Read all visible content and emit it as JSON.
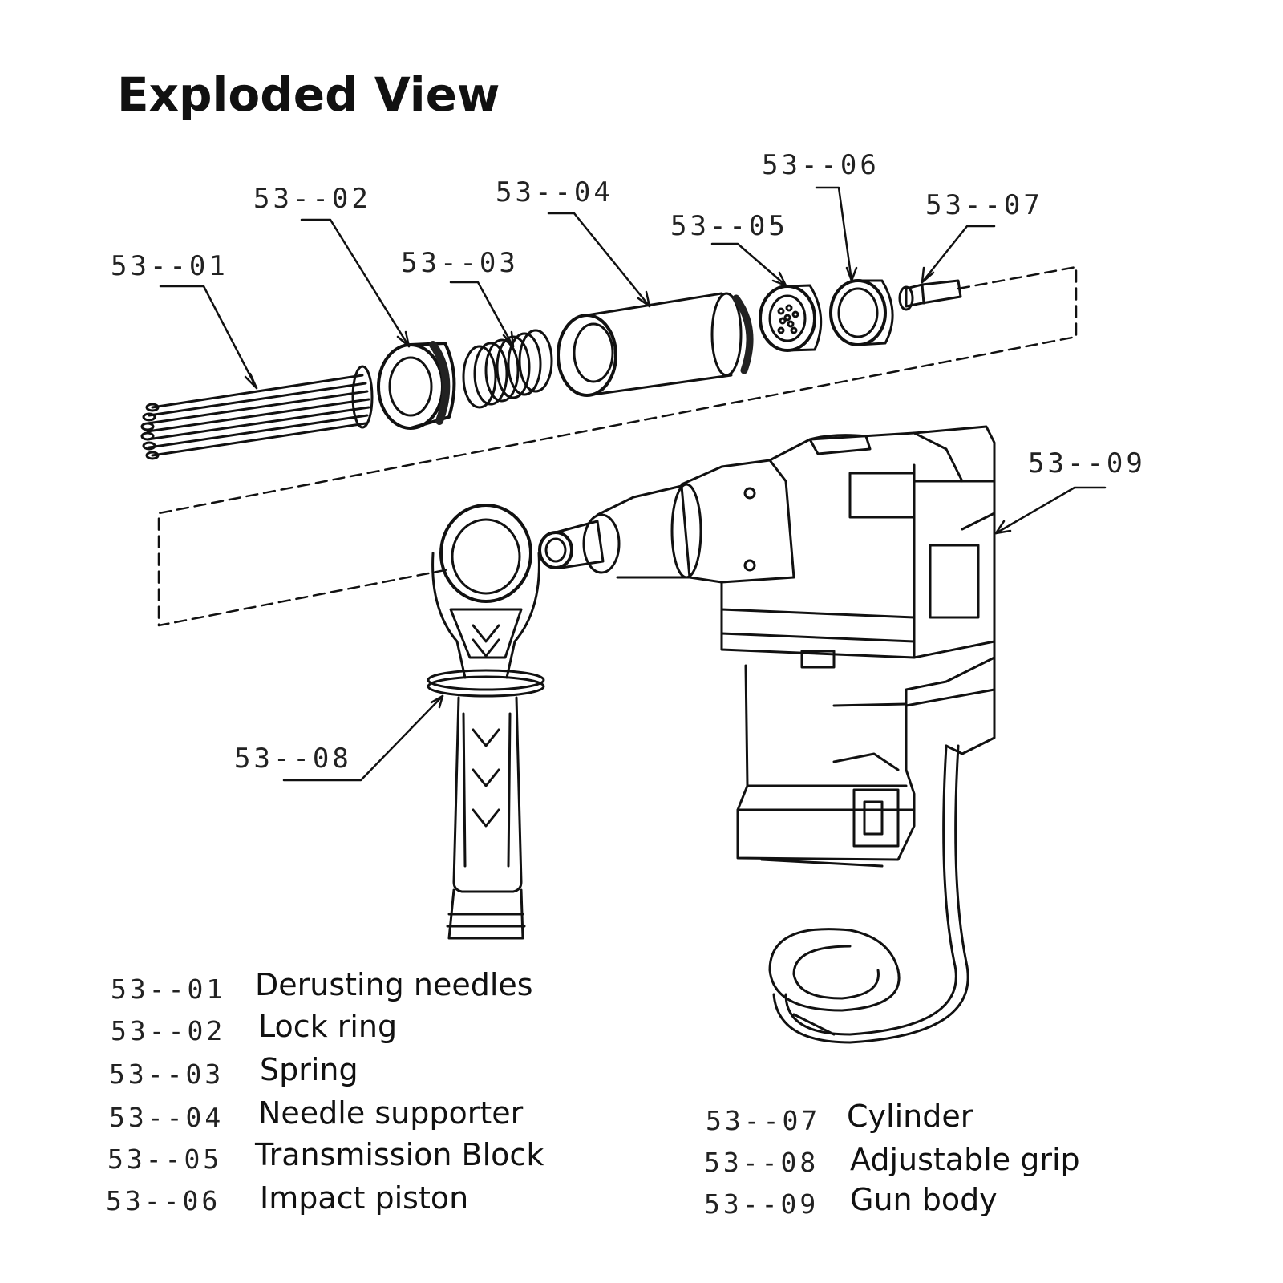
{
  "title": "Exploded View",
  "callouts": [
    {
      "code": "53--01"
    },
    {
      "code": "53--02"
    },
    {
      "code": "53--03"
    },
    {
      "code": "53--04"
    },
    {
      "code": "53--05"
    },
    {
      "code": "53--06"
    },
    {
      "code": "53--07"
    },
    {
      "code": "53--08"
    },
    {
      "code": "53--09"
    }
  ],
  "legend": [
    {
      "code": "53--01",
      "name": "Derusting needles"
    },
    {
      "code": "53--02",
      "name": "Lock ring"
    },
    {
      "code": "53--03",
      "name": "Spring"
    },
    {
      "code": "53--04",
      "name": "Needle supporter"
    },
    {
      "code": "53--05",
      "name": "Transmission Block"
    },
    {
      "code": "53--06",
      "name": "Impact piston"
    },
    {
      "code": "53--07",
      "name": "Cylinder"
    },
    {
      "code": "53--08",
      "name": "Adjustable grip"
    },
    {
      "code": "53--09",
      "name": "Gun body"
    }
  ]
}
